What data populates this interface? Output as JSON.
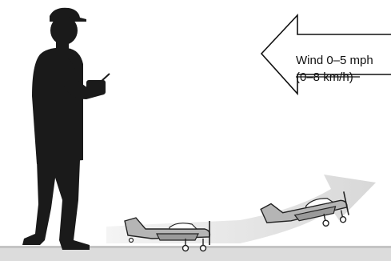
{
  "wind": {
    "line1": "Wind 0–5 mph",
    "line2": "(0–8 km/h)",
    "arrow_direction": "left"
  },
  "colors": {
    "silhouette": "#1a1a1a",
    "ground": "#d9d9d9",
    "flight_path": "#e6e6e6",
    "aircraft_body": "#b5b5b5",
    "aircraft_outline": "#222222"
  },
  "icons": {
    "pilot": "person-with-transmitter-icon",
    "aircraft_ground": "airplane-icon",
    "aircraft_climb": "airplane-icon",
    "wind_arrow": "arrow-left-icon"
  }
}
